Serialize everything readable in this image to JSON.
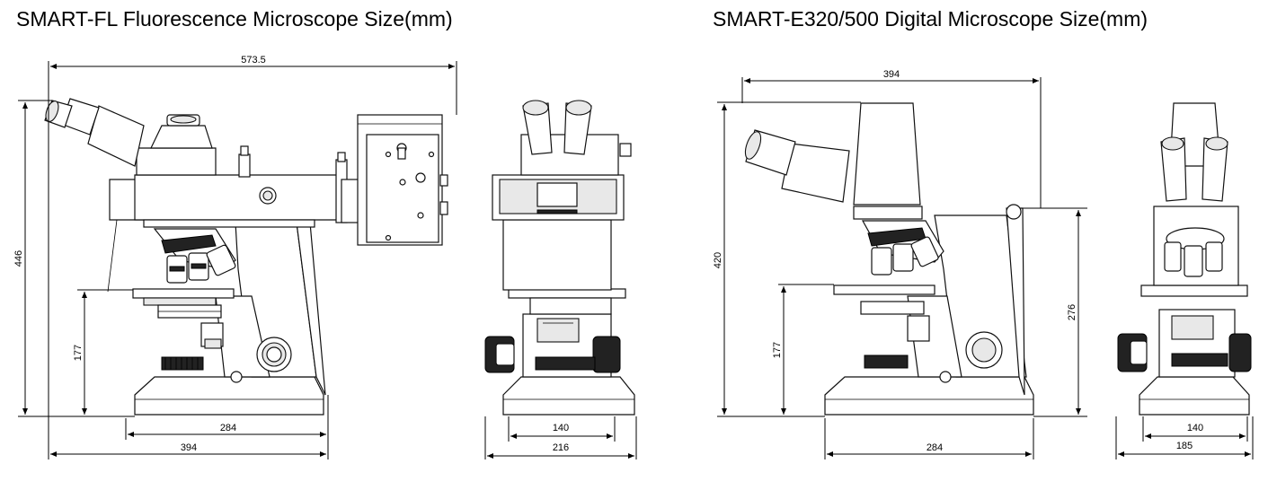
{
  "titles": {
    "left": "SMART-FL Fluorescence Microscope Size(mm)",
    "right": "SMART-E320/500 Digital Microscope Size(mm)"
  },
  "dimensions": {
    "fl_side": {
      "total_length": "573.5",
      "height": "446",
      "stage_height": "177",
      "base_inner": "284",
      "base_total": "394"
    },
    "fl_front": {
      "base_inner": "140",
      "base_total": "216"
    },
    "e_side": {
      "length": "394",
      "height": "420",
      "stage_height": "177",
      "arm_height": "276",
      "base": "284"
    },
    "e_front": {
      "base_inner": "140",
      "base_total": "185"
    }
  }
}
